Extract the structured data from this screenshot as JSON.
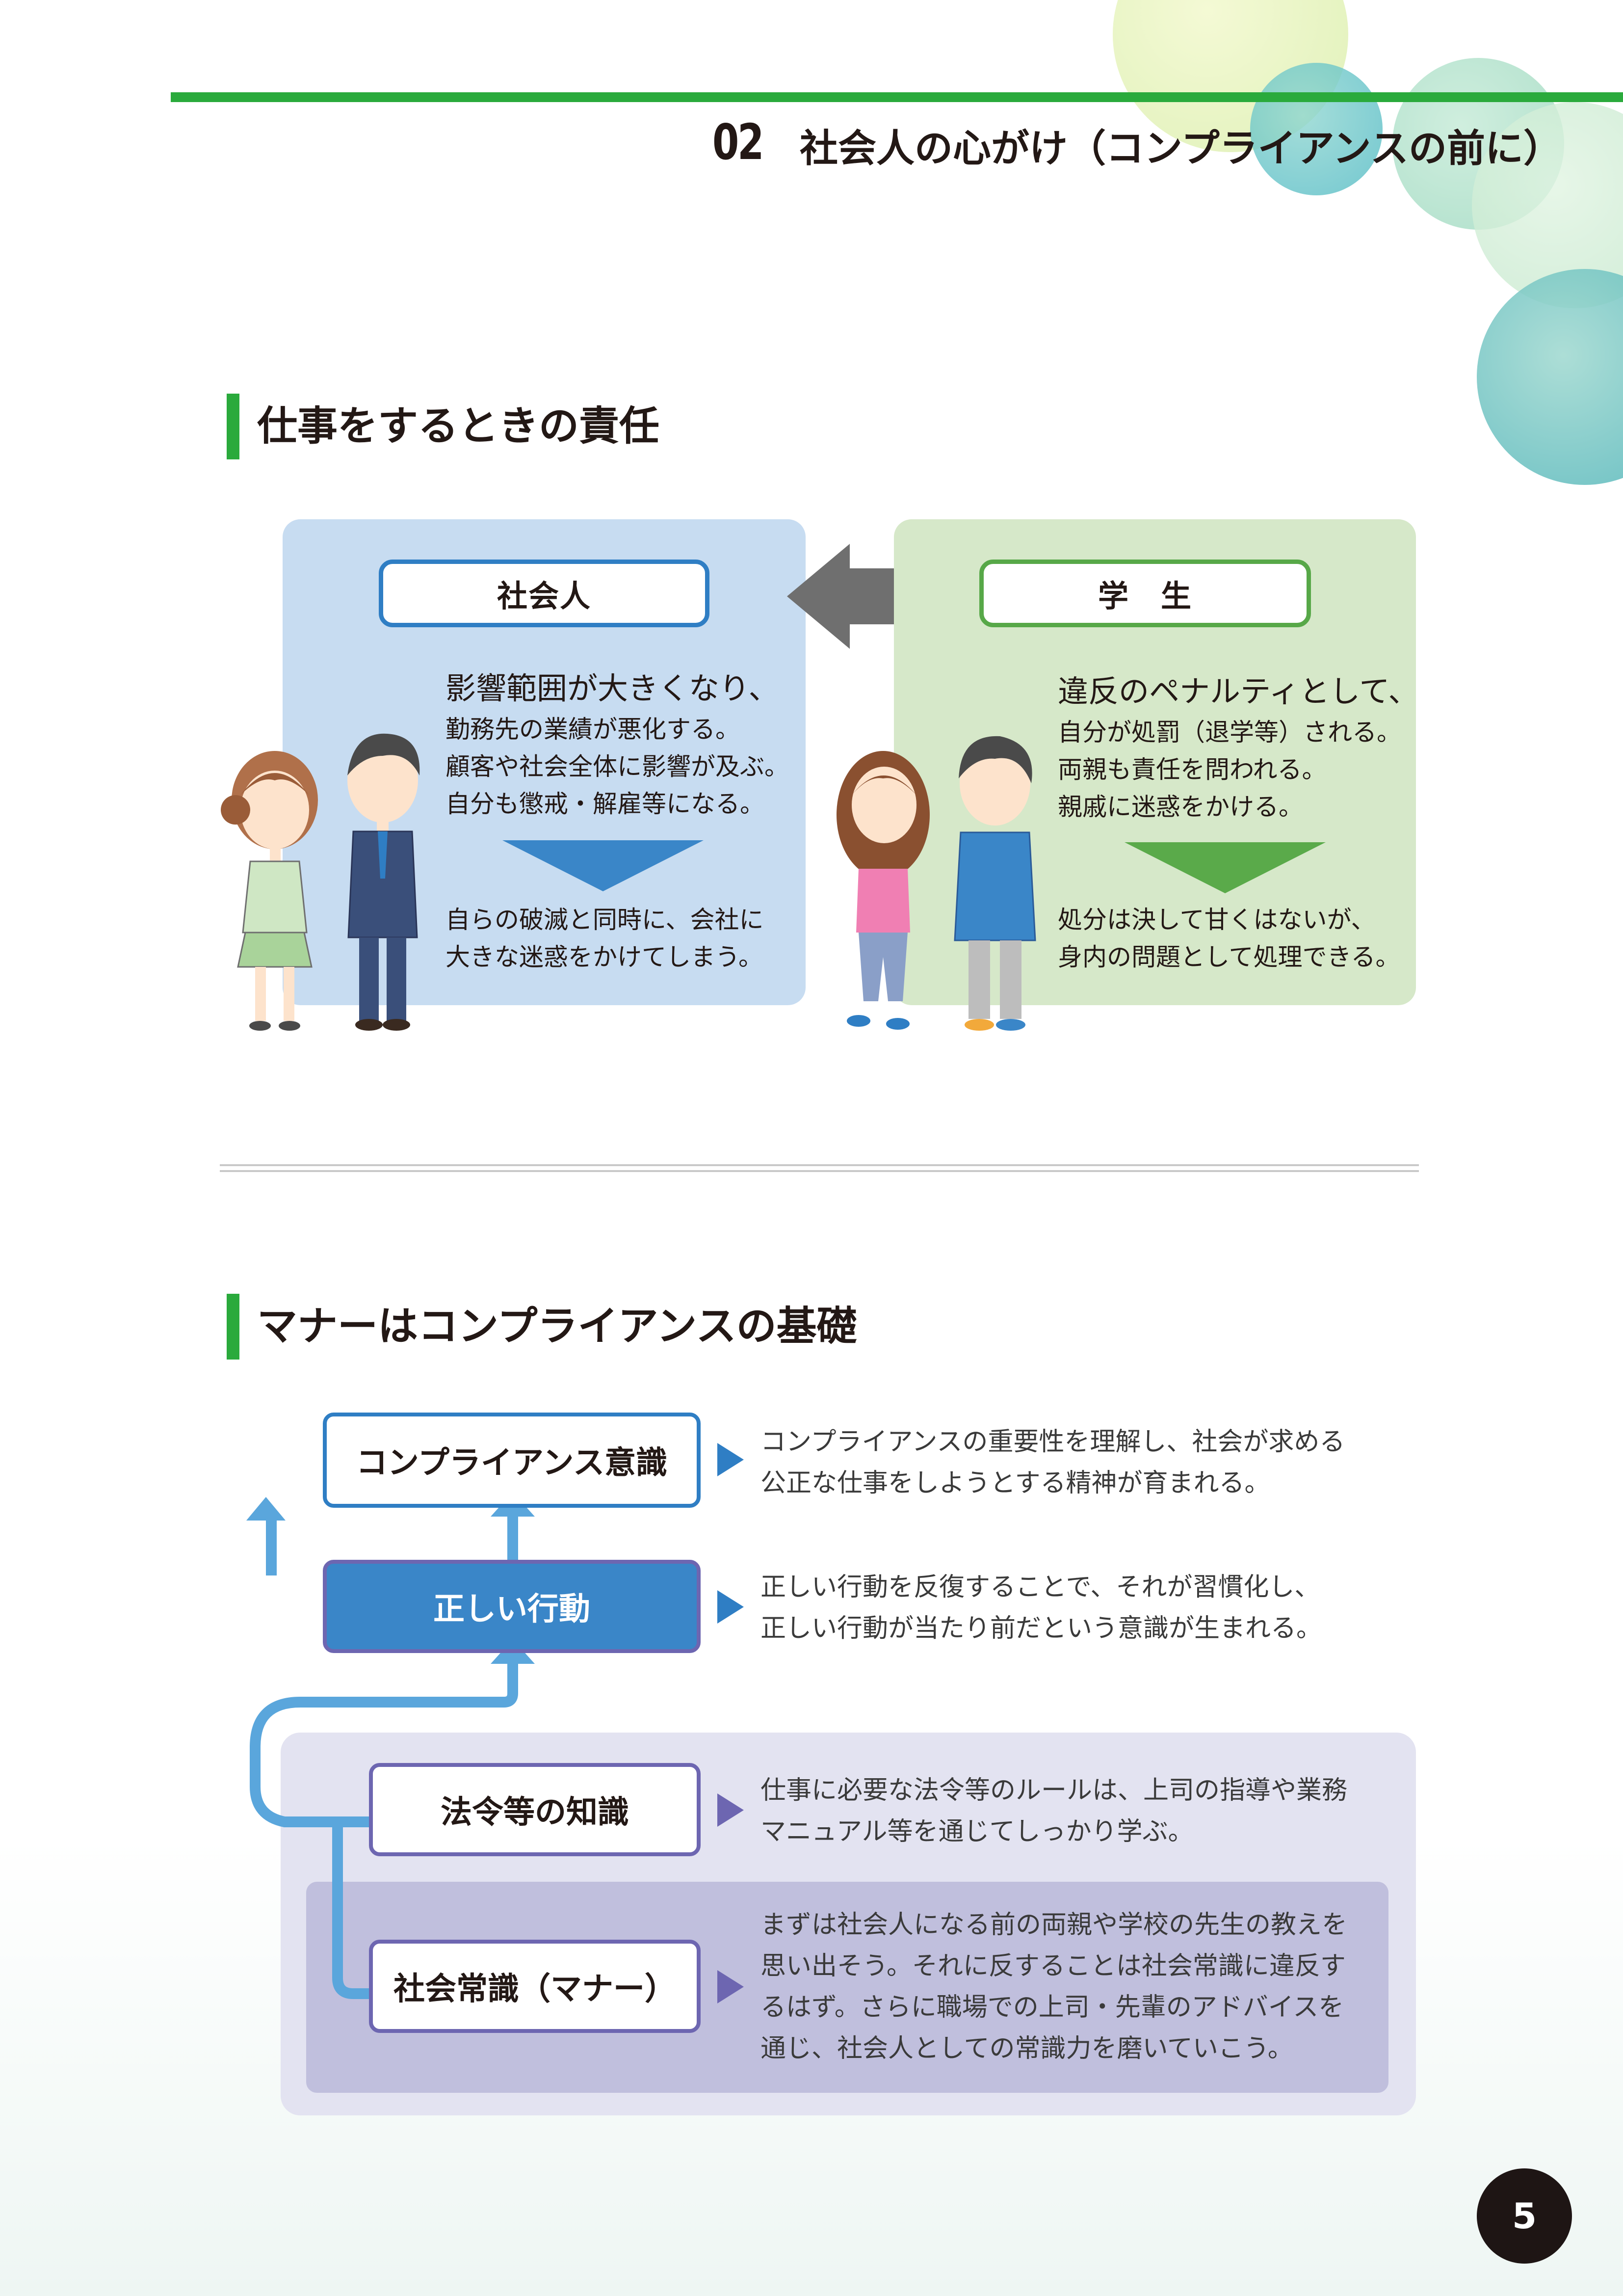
{
  "header": {
    "number": "02",
    "title": "社会人の心がけ（コンプライアンスの前に）"
  },
  "section1": {
    "title": "仕事をするときの責任",
    "shakaijin": {
      "label": "社会人",
      "lead": "影響範囲が大きくなり、",
      "lines": [
        "勤務先の業績が悪化する。",
        "顧客や社会全体に影響が及ぶ。",
        "自分も懲戒・解雇等になる。"
      ],
      "result": [
        "自らの破滅と同時に、会社に",
        "大きな迷惑をかけてしまう。"
      ]
    },
    "gakusei": {
      "label": "学　生",
      "lead": "違反のペナルティとして、",
      "lines": [
        "自分が処罰（退学等）される。",
        "両親も責任を問われる。",
        "親戚に迷惑をかける。"
      ],
      "result": [
        "処分は決して甘くはないが、",
        "身内の問題として処理できる。"
      ]
    }
  },
  "section2": {
    "title": "マナーはコンプライアンスの基礎",
    "steps": [
      {
        "label": "コンプライアンス意識",
        "desc": [
          "コンプライアンスの重要性を理解し、社会が求める",
          "公正な仕事をしようとする精神が育まれる。"
        ]
      },
      {
        "label": "正しい行動",
        "desc": [
          "正しい行動を反復することで、それが習慣化し、",
          "正しい行動が当たり前だという意識が生まれる。"
        ]
      },
      {
        "label": "法令等の知識",
        "desc": [
          "仕事に必要な法令等のルールは、上司の指導や業務",
          "マニュアル等を通じてしっかり学ぶ。"
        ]
      },
      {
        "label": "社会常識（マナー）",
        "desc": [
          "まずは社会人になる前の両親や学校の先生の教えを",
          "思い出そう。それに反することは社会常識に違反す",
          "るはず。さらに職場での上司・先輩のアドバイスを",
          "通じ、社会人としての常識力を磨いていこう。"
        ]
      }
    ]
  },
  "page": {
    "number": "5"
  },
  "colors": {
    "green": "#2aaa3c",
    "blue": "#3a86c8",
    "purple": "#6d66b1",
    "panel_blue": "#c7dcf1",
    "panel_green": "#d6e8c9"
  }
}
